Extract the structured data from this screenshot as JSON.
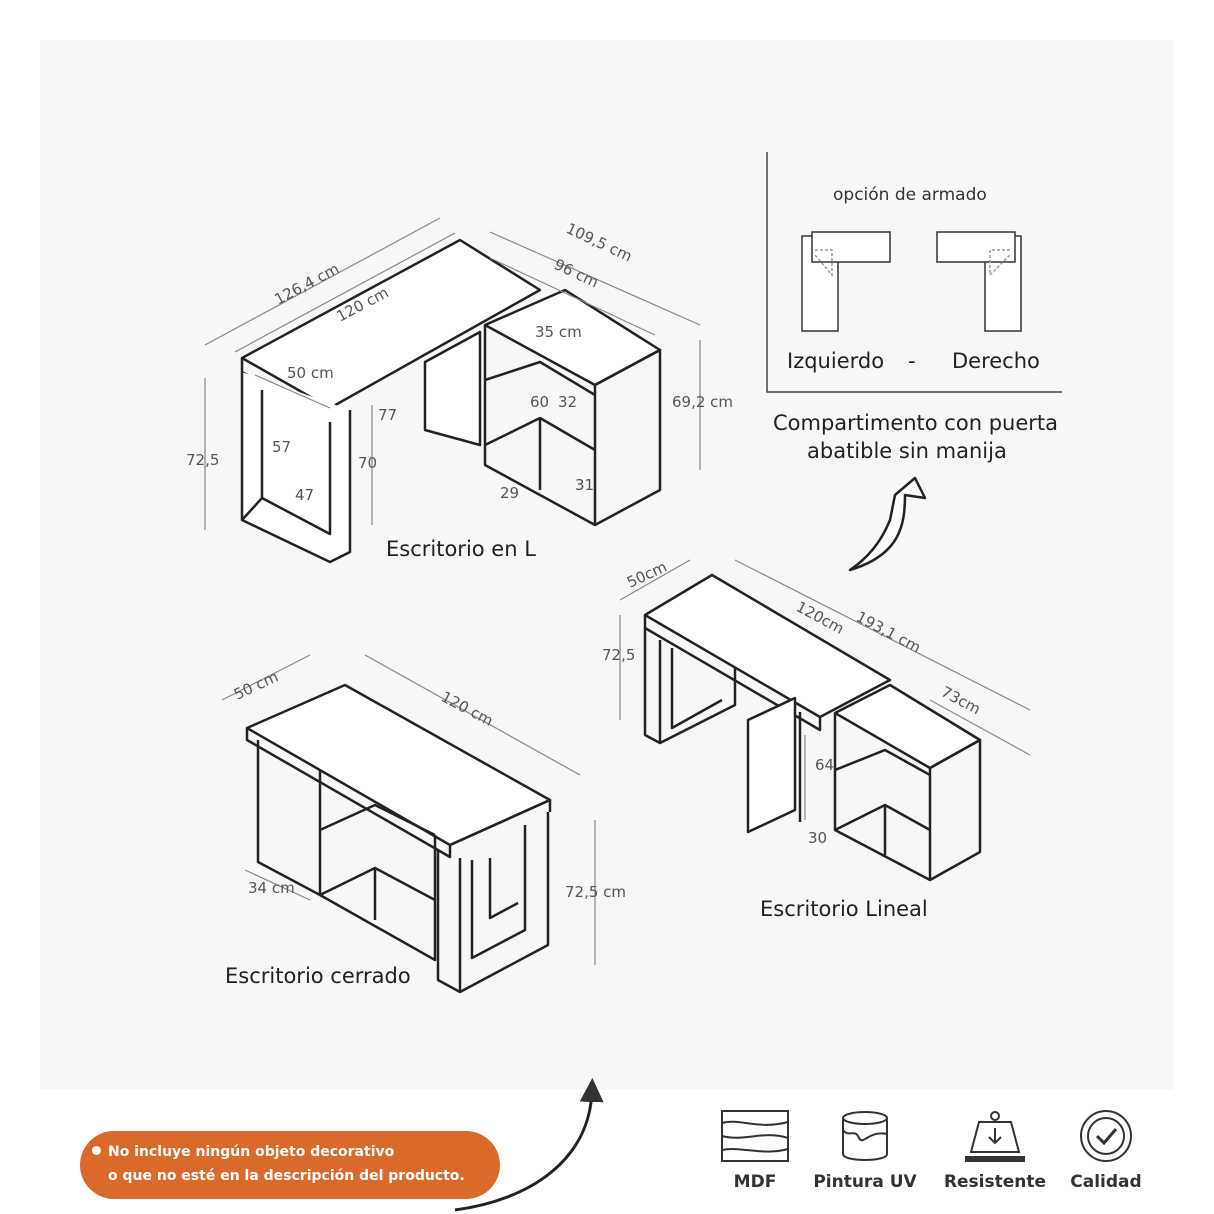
{
  "l_desk": {
    "title": "Escritorio en L",
    "dims": {
      "d126": "126,4 cm",
      "d120": "120 cm",
      "d50": "50 cm",
      "d109": "109,5 cm",
      "d96": "96 cm",
      "d35": "35 cm",
      "d69": "69,2 cm",
      "d72": "72,5",
      "d57": "57",
      "d47": "47",
      "d77": "77",
      "d70": "70",
      "d60": "60",
      "d32": "32",
      "d29": "29",
      "d31": "31"
    }
  },
  "assembly": {
    "title": "opción de armado",
    "left": "Izquierdo",
    "sep": "-",
    "right": "Derecho"
  },
  "compartment": {
    "line1": "Compartimento con puerta",
    "line2": "abatible sin manija"
  },
  "linear_desk": {
    "title": "Escritorio Lineal",
    "dims": {
      "d50": "50cm",
      "d120": "120cm",
      "d193": "193,1 cm",
      "d73": "73cm",
      "d72": "72,5",
      "d64": "64",
      "d30": "30"
    }
  },
  "closed_desk": {
    "title": "Escritorio cerrado",
    "dims": {
      "d50": "50 cm",
      "d120": "120 cm",
      "d34": "34 cm",
      "d72": "72,5 cm"
    }
  },
  "notice": {
    "line1": "No incluye ningún objeto decorativo",
    "line2": "o que no esté en la descripción del producto."
  },
  "features": [
    {
      "icon": "wood-grain-icon",
      "label": "MDF"
    },
    {
      "icon": "paint-can-icon",
      "label": "Pintura UV"
    },
    {
      "icon": "weight-scale-icon",
      "label": "Resistente"
    },
    {
      "icon": "quality-check-icon",
      "label": "Calidad"
    }
  ]
}
